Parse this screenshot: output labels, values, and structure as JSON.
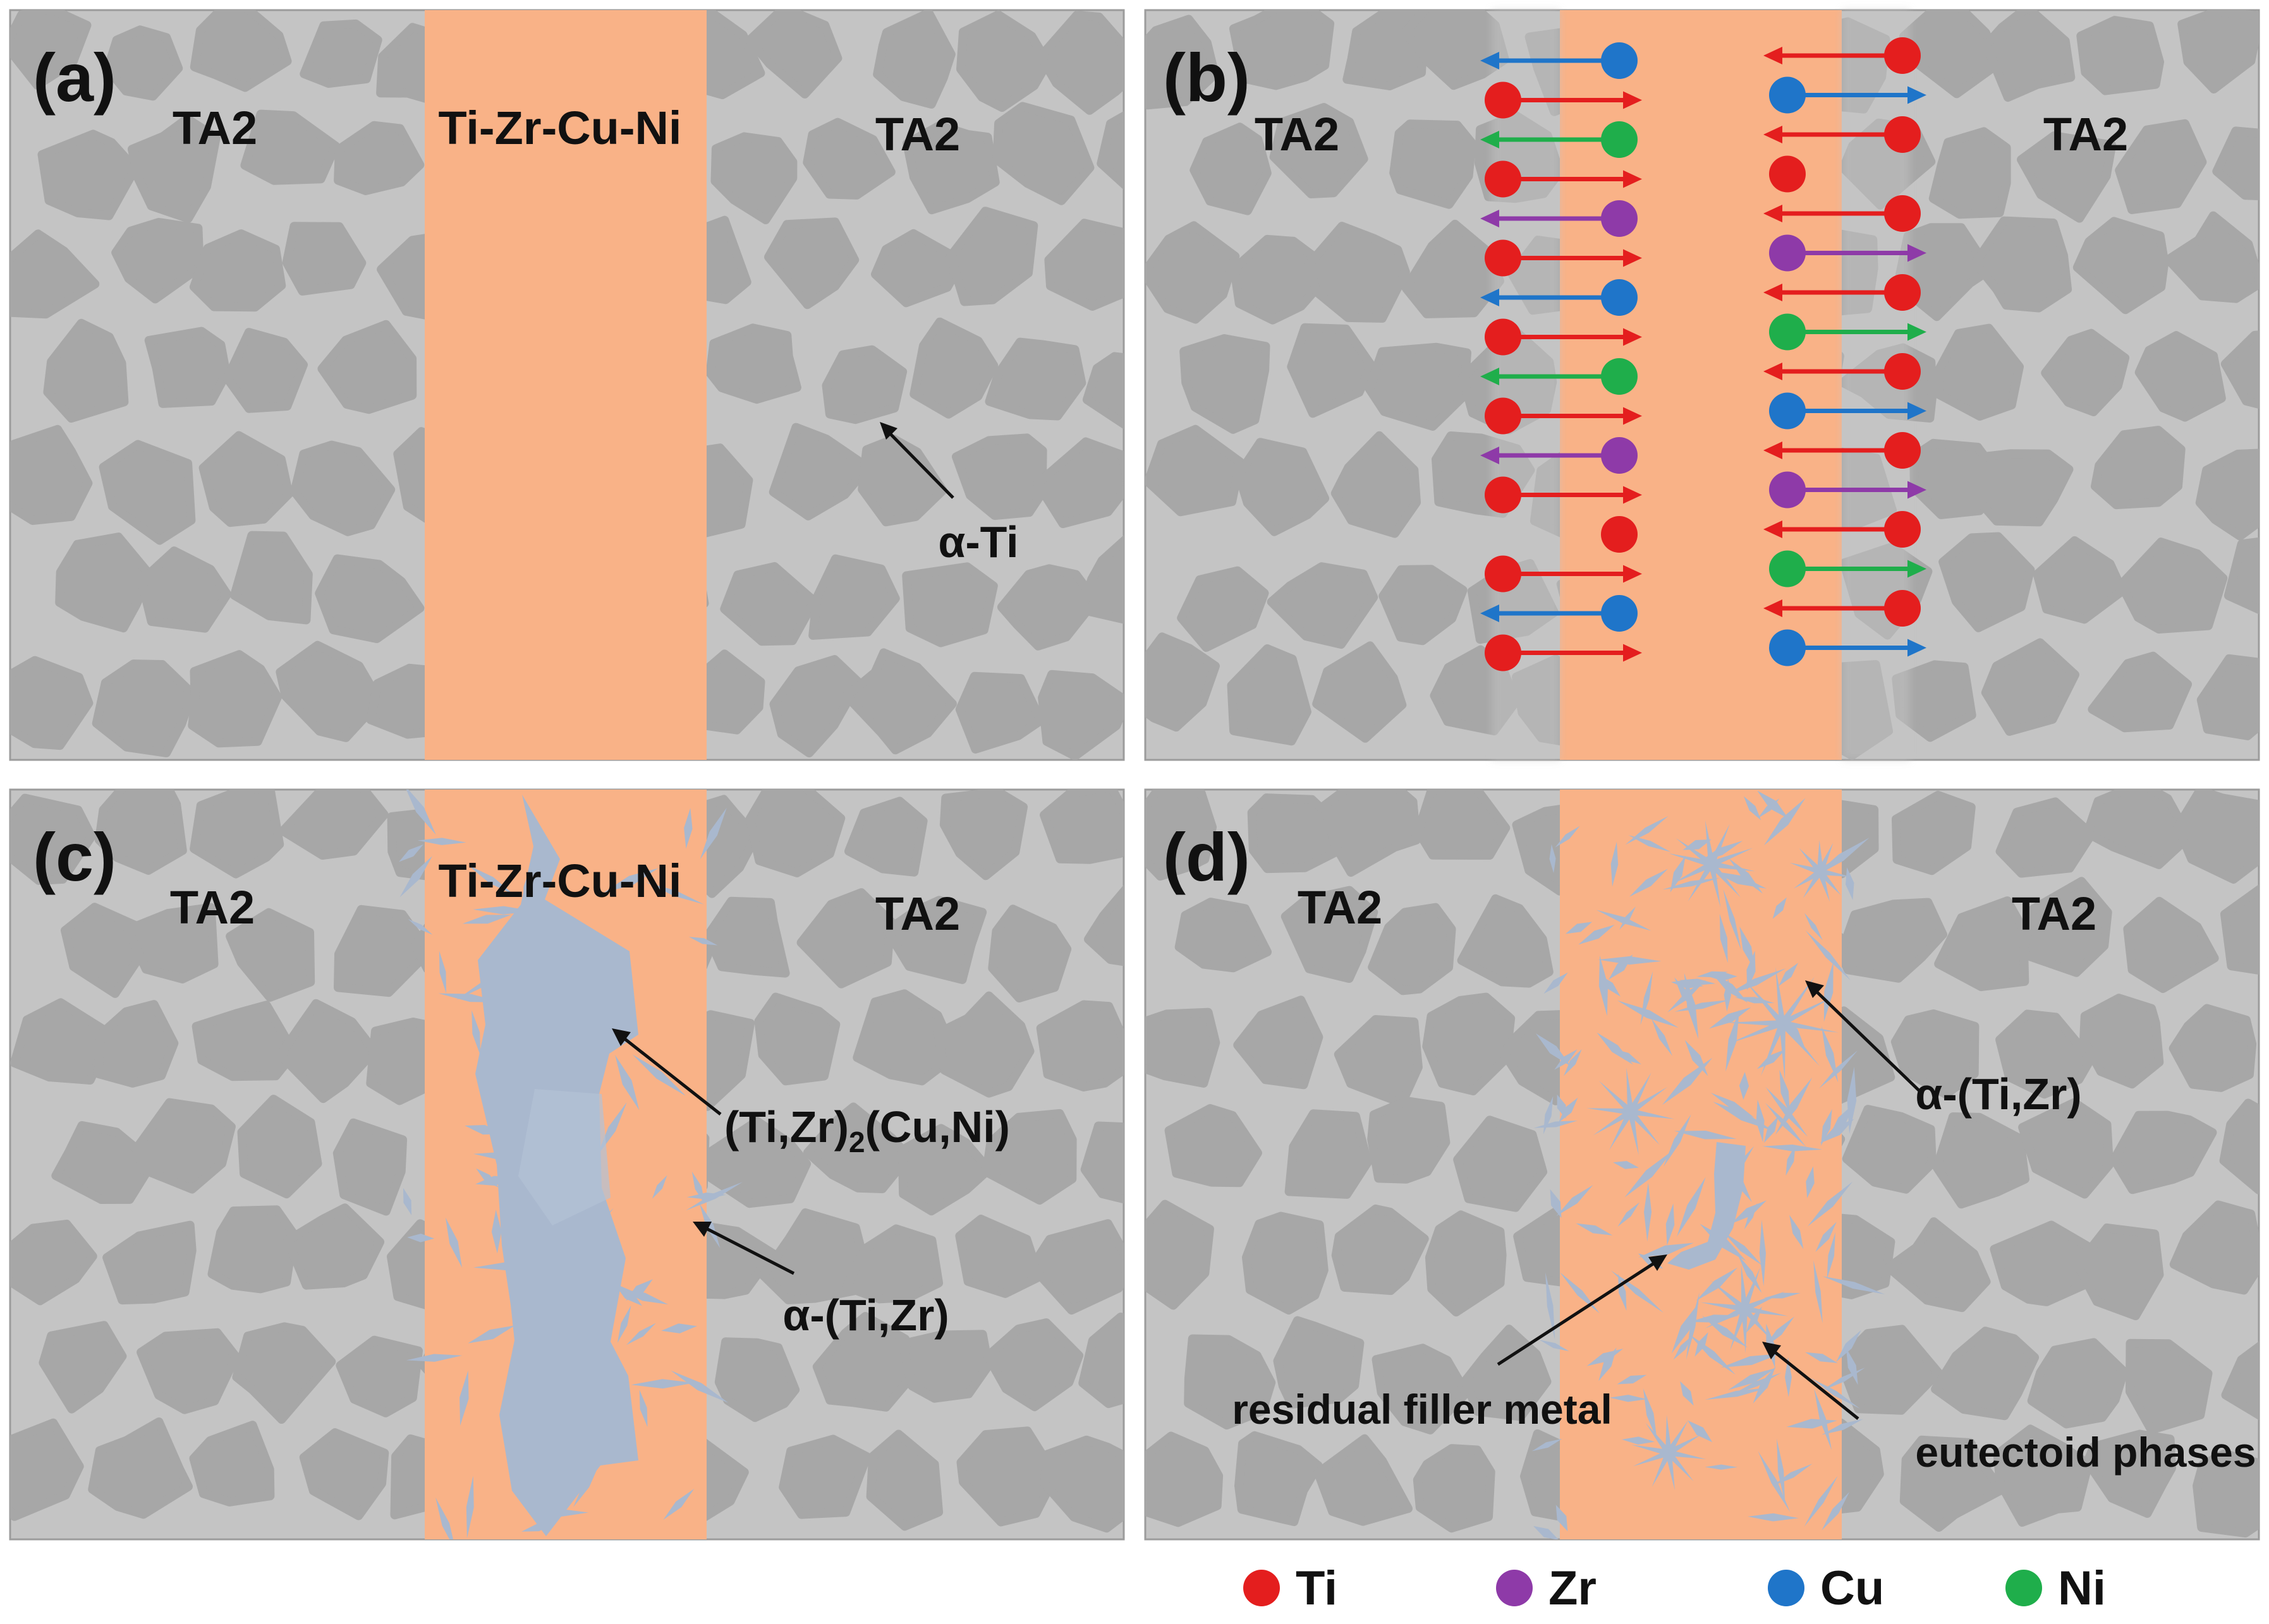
{
  "figure": {
    "colors": {
      "matrix": "#c4c4c4",
      "grain": "#a7a7a7",
      "filler": "#f9b287",
      "phase": "#a9b8ce",
      "ink": "#111111",
      "Ti": "#e41e1e",
      "Zr": "#8e3aa8",
      "Cu": "#1f75c9",
      "Ni": "#1fae4b"
    },
    "panels": [
      {
        "id": "a",
        "tag": "(a)",
        "labels": {
          "left": "TA2",
          "center": "Ti-Zr-Cu-Ni",
          "right": "TA2"
        },
        "annotations": [
          {
            "text": "α-Ti",
            "points_to": "alpha-Ti grain"
          }
        ]
      },
      {
        "id": "b",
        "tag": "(b)",
        "labels": {
          "left": "TA2",
          "center": "",
          "right": "TA2"
        },
        "diffusion": {
          "left_column": [
            {
              "element": "Cu",
              "direction": "left"
            },
            {
              "element": "Ti",
              "direction": "right"
            },
            {
              "element": "Ni",
              "direction": "left"
            },
            {
              "element": "Ti",
              "direction": "right"
            },
            {
              "element": "Zr",
              "direction": "left"
            },
            {
              "element": "Ti",
              "direction": "right"
            },
            {
              "element": "Cu",
              "direction": "left"
            },
            {
              "element": "Ti",
              "direction": "right"
            },
            {
              "element": "Ni",
              "direction": "left"
            },
            {
              "element": "Ti",
              "direction": "right"
            },
            {
              "element": "Zr",
              "direction": "left"
            },
            {
              "element": "Ti",
              "direction": "right"
            },
            {
              "element": "Ti",
              "direction": "none"
            },
            {
              "element": "Ti",
              "direction": "right"
            },
            {
              "element": "Cu",
              "direction": "left"
            },
            {
              "element": "Ti",
              "direction": "right"
            }
          ],
          "right_column": [
            {
              "element": "Ti",
              "direction": "left"
            },
            {
              "element": "Cu",
              "direction": "right"
            },
            {
              "element": "Ti",
              "direction": "left"
            },
            {
              "element": "Ti",
              "direction": "none"
            },
            {
              "element": "Ti",
              "direction": "left"
            },
            {
              "element": "Zr",
              "direction": "right"
            },
            {
              "element": "Ti",
              "direction": "left"
            },
            {
              "element": "Ni",
              "direction": "right"
            },
            {
              "element": "Ti",
              "direction": "left"
            },
            {
              "element": "Cu",
              "direction": "right"
            },
            {
              "element": "Ti",
              "direction": "left"
            },
            {
              "element": "Zr",
              "direction": "right"
            },
            {
              "element": "Ti",
              "direction": "left"
            },
            {
              "element": "Ni",
              "direction": "right"
            },
            {
              "element": "Ti",
              "direction": "left"
            },
            {
              "element": "Cu",
              "direction": "right"
            }
          ]
        }
      },
      {
        "id": "c",
        "tag": "(c)",
        "labels": {
          "left": "TA2",
          "center": "Ti-Zr-Cu-Ni",
          "right": "TA2"
        },
        "annotations": [
          {
            "text_main": "(Ti,Zr)",
            "text_sub": "2",
            "text_tail": "(Cu,Ni)",
            "points_to": "intermetallic phase"
          },
          {
            "text": "α-(Ti,Zr)",
            "points_to": "needle phase"
          }
        ]
      },
      {
        "id": "d",
        "tag": "(d)",
        "labels": {
          "left": "TA2",
          "center": "",
          "right": "TA2"
        },
        "annotations": [
          {
            "text": "α-(Ti,Zr)",
            "points_to": "acicular phase"
          },
          {
            "text": "residual filler metal",
            "points_to": "residual filler"
          },
          {
            "text": "eutectoid phases",
            "points_to": "eutectoid colony"
          }
        ]
      }
    ],
    "legend": [
      {
        "element": "Ti",
        "label": "Ti"
      },
      {
        "element": "Zr",
        "label": "Zr"
      },
      {
        "element": "Cu",
        "label": "Cu"
      },
      {
        "element": "Ni",
        "label": "Ni"
      }
    ]
  }
}
